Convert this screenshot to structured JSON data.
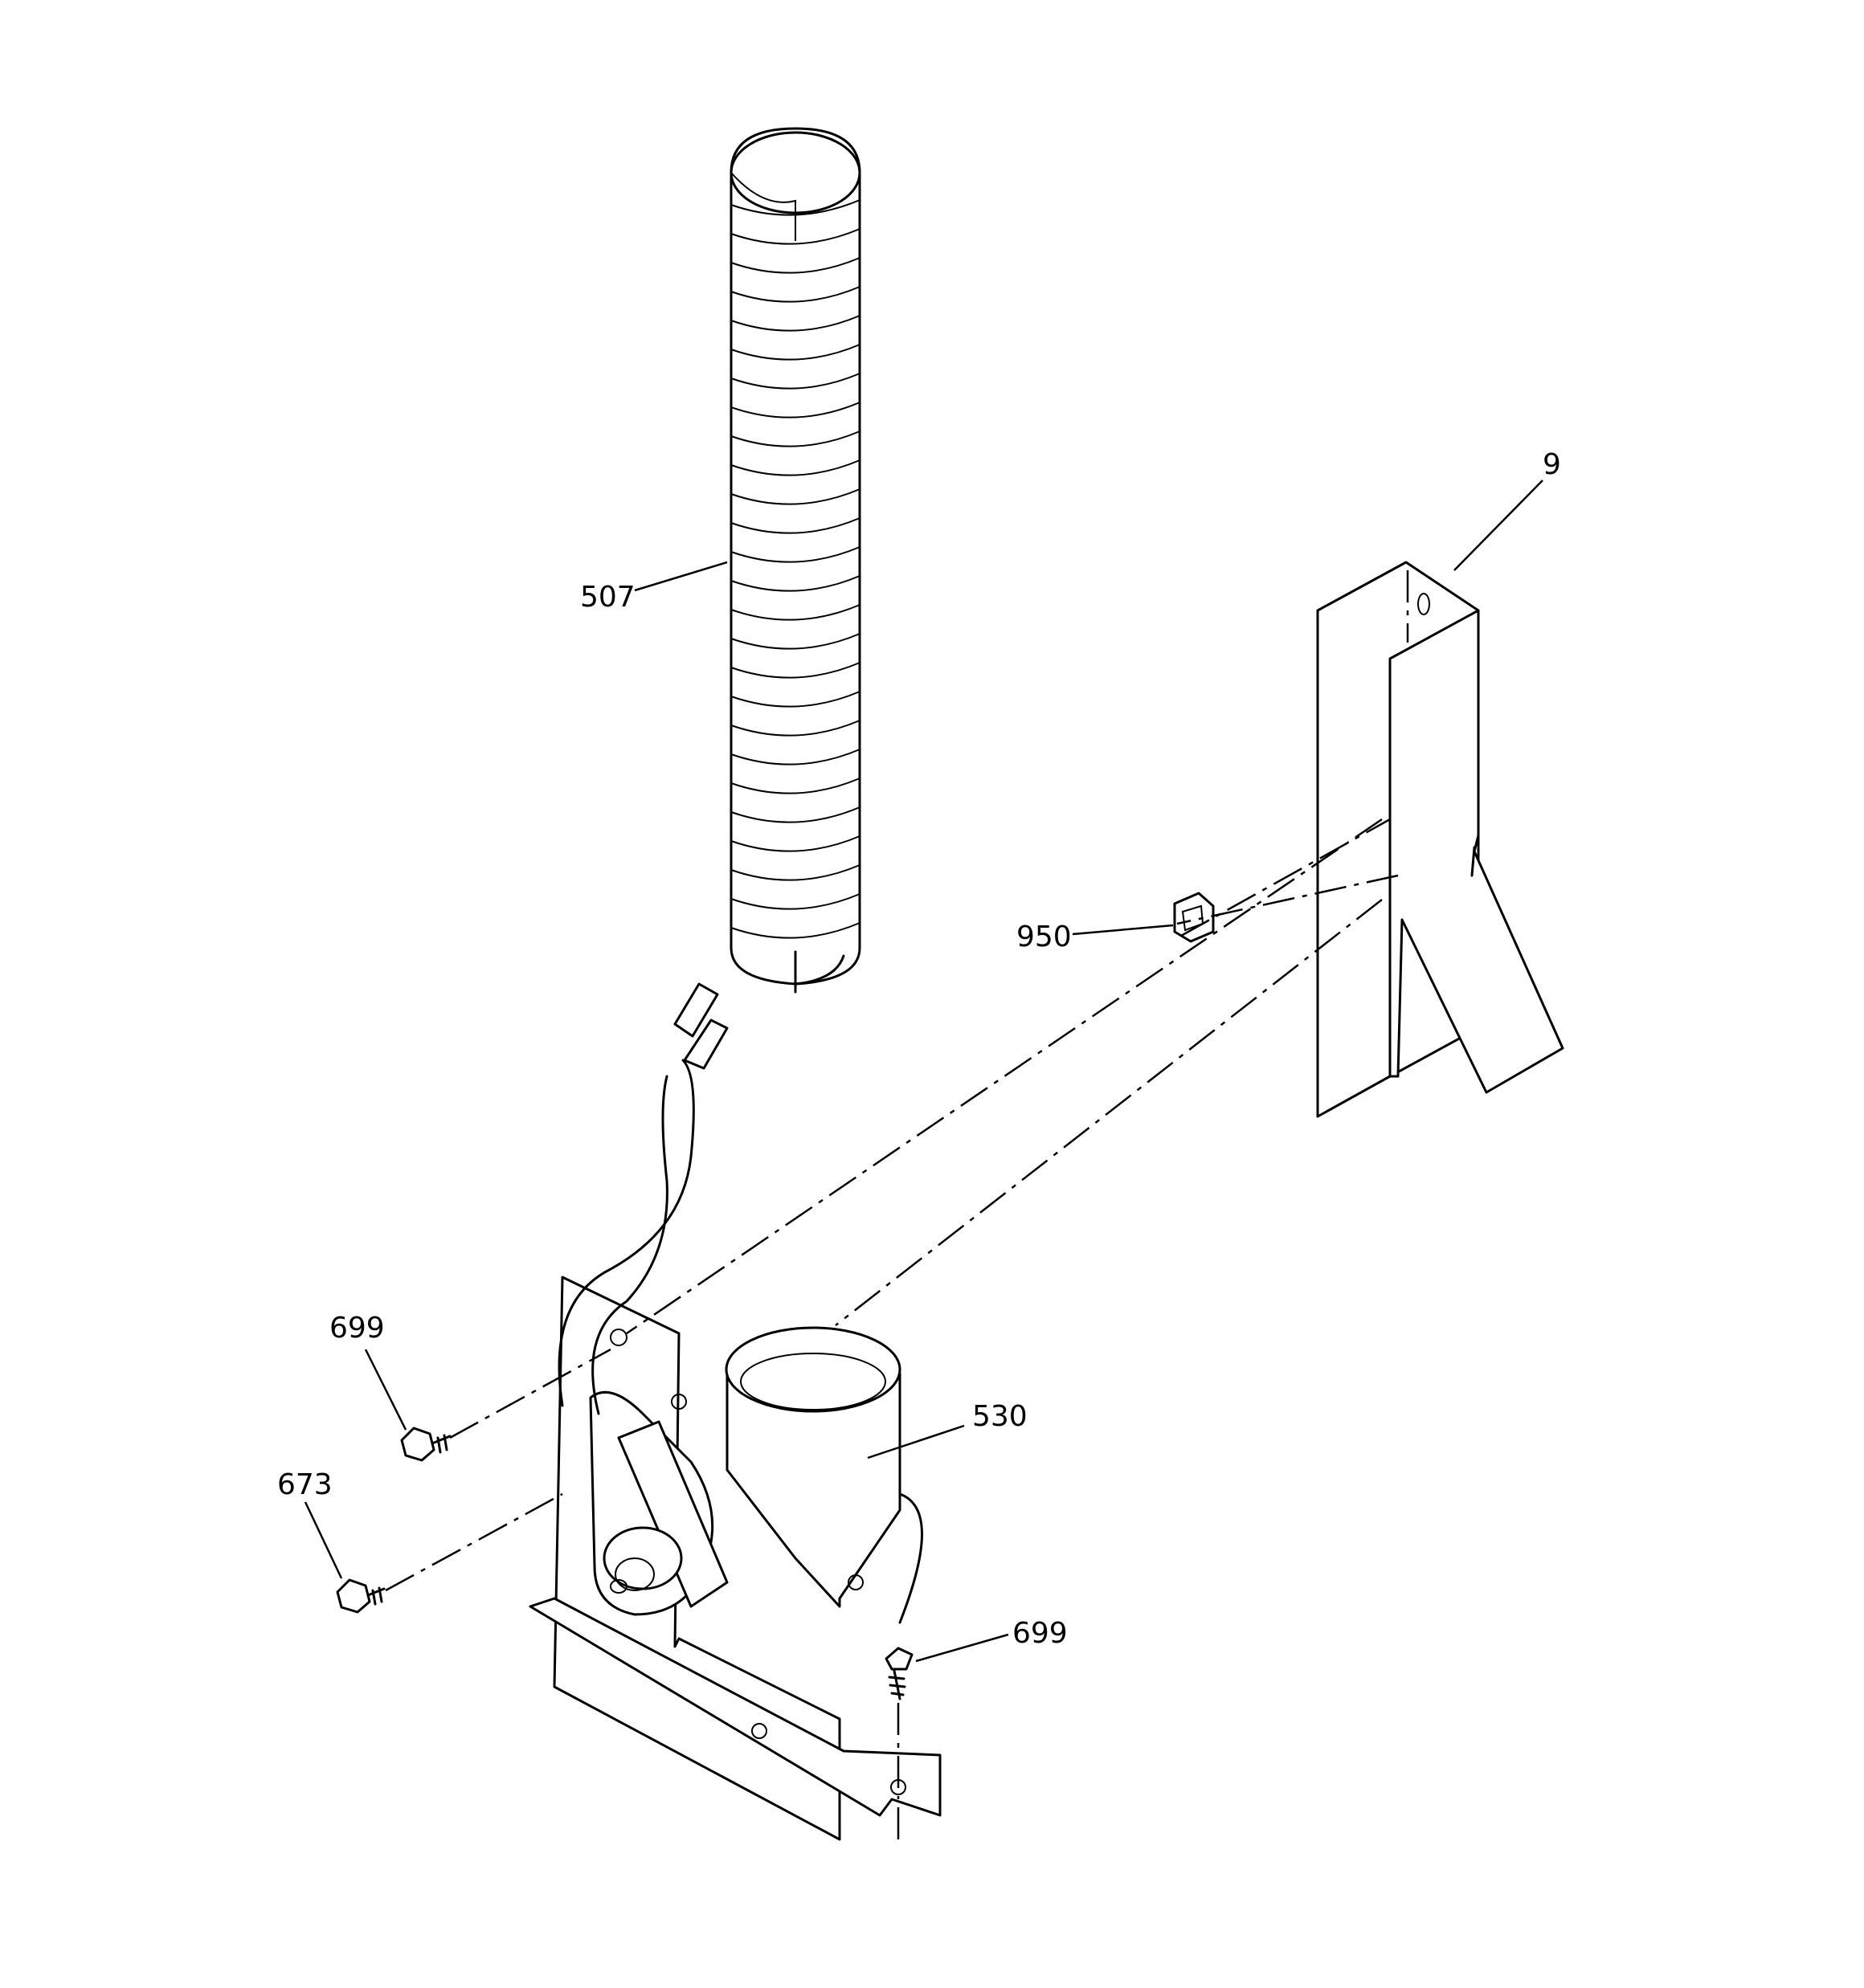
{
  "callouts": {
    "hose": "507",
    "duct": "9",
    "clip": "950",
    "screw_top": "699",
    "screw_mid": "673",
    "blower": "530",
    "screw_bottom": "699"
  }
}
